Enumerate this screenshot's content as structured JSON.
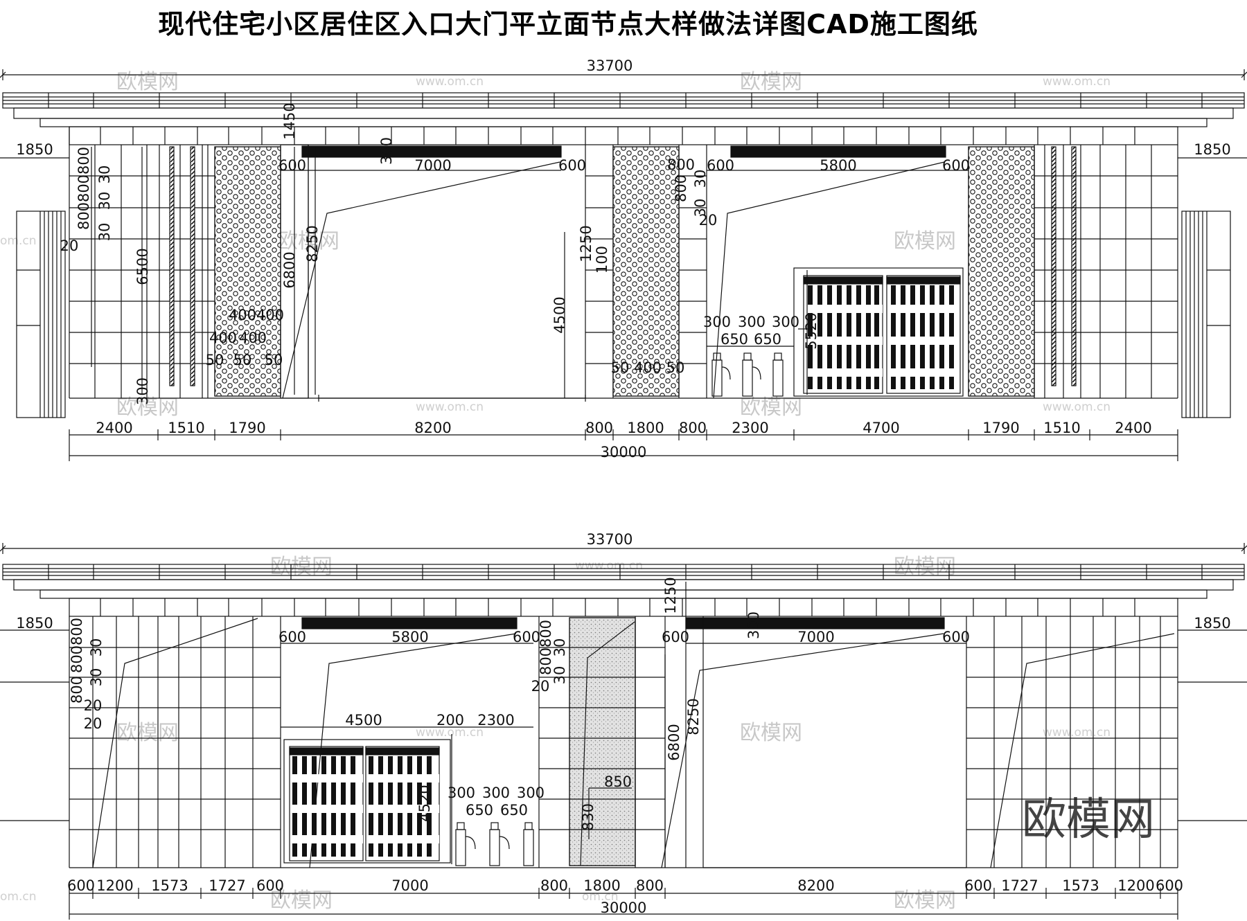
{
  "title": "现代住宅小区居住区入口大门平立面节点大样做法详图CAD施工图纸",
  "watermark": {
    "brand": "欧模网",
    "url": "www.om.cn",
    "url_short": "om.cn"
  },
  "colors": {
    "line": "#111111",
    "watermark": "#c8c8c8",
    "fill_dark": "#111111",
    "stone_fill": "#e6e6e6"
  },
  "elevation_top": {
    "total_top": "33700",
    "total_bottom": "30000",
    "side_left": "1850",
    "side_right": "1850",
    "bottom_segments": [
      "2400",
      "1510",
      "1790",
      "8200",
      "800",
      "1800",
      "800",
      "2300",
      "4700",
      "1790",
      "1510",
      "2400"
    ],
    "top_segments_a": [
      "600",
      "7000",
      "600"
    ],
    "top_segments_b": [
      "600",
      "5800",
      "600"
    ],
    "vertical_dims": [
      "1450",
      "300",
      "8250",
      "6800",
      "6500",
      "4500",
      "1250",
      "800",
      "800",
      "800",
      "30",
      "30",
      "30",
      "20",
      "20",
      "300",
      "5520",
      "100"
    ],
    "small_dims": [
      "300",
      "300",
      "300",
      "650",
      "650"
    ],
    "overlap_dims": [
      "400",
      "400",
      "50",
      "400",
      "50",
      "50",
      "400",
      "50"
    ]
  },
  "elevation_bottom": {
    "total_top": "33700",
    "total_bottom": "30000",
    "side_left": "1850",
    "side_right": "1850",
    "bottom_segments": [
      "600",
      "1200",
      "1573",
      "1727",
      "600",
      "7000",
      "800",
      "1800",
      "800",
      "8200",
      "600",
      "1727",
      "1573",
      "1200",
      "600"
    ],
    "top_segments_a": [
      "600",
      "5800",
      "600"
    ],
    "top_segments_b": [
      "600",
      "7000",
      "600"
    ],
    "gate_dims": [
      "4500",
      "200",
      "2300"
    ],
    "small_dims": [
      "300",
      "300",
      "300",
      "650",
      "650"
    ],
    "vertical_dims": [
      "1250",
      "300",
      "8250",
      "6800",
      "800",
      "800",
      "800",
      "30",
      "30",
      "20",
      "20",
      "4520",
      "850",
      "830"
    ]
  }
}
